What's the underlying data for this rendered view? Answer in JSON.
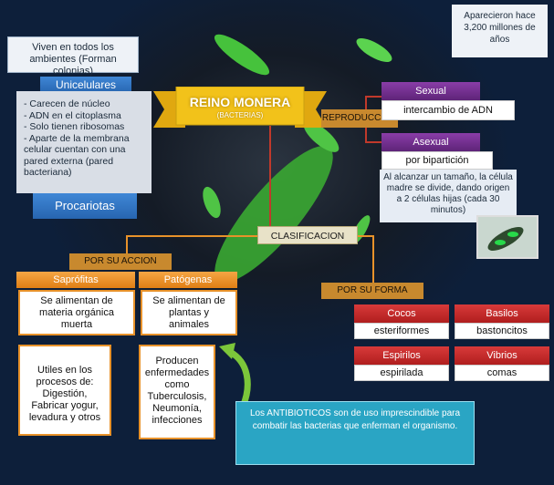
{
  "top_right_note": "Aparecieron hace 3,200 millones de años",
  "habitat_note": "Viven en todos los ambientes (Forman colonias)",
  "unicelulares": "Unicelulares",
  "unicelulares_list": [
    "- Carecen de núcleo",
    "- ADN en el citoplasma",
    "- Solo tienen ribosomas",
    "- Aparte de la membrana celular cuentan con una pared externa (pared bacteriana)"
  ],
  "procariotas": "Procariotas",
  "title": "REINO MONERA",
  "subtitle": "(BACTERIAS)",
  "reproduccion": "REPRODUCCION",
  "sexual": "Sexual",
  "sexual_desc": "intercambio de ADN",
  "asexual": "Asexual",
  "asexual_desc": "por bipartición",
  "asexual_note": "Al alcanzar un tamaño, la célula madre se divide, dando origen a 2 células hijas (cada 30 minutos)",
  "clasificacion": "CLASIFICACION",
  "por_su_accion": "POR SU ACCION",
  "por_su_forma": "POR SU FORMA",
  "saprofitas": "Saprófitas",
  "saprofitas_desc": "Se alimentan de materia orgánica muerta",
  "saprofitas_uses": "Utiles en los procesos de: Digestión, Fabricar yogur, levadura y otros",
  "patogenas": "Patógenas",
  "patogenas_desc": "Se alimentan de plantas y animales",
  "patogenas_diseases": "Producen enfermedades como Tuberculosis, Neumonía, infecciones",
  "antibioticos_note": "Los ANTIBIOTICOS son de uso imprescindible para combatir las bacterias que enferman el organismo.",
  "formas": [
    {
      "name": "Cocos",
      "desc": "esteriformes"
    },
    {
      "name": "Basilos",
      "desc": "bastoncitos"
    },
    {
      "name": "Espirilos",
      "desc": "espirilada"
    },
    {
      "name": "Vibrios",
      "desc": "comas"
    }
  ],
  "colors": {
    "purple": "#8a3da8",
    "blue": "#2f78c8",
    "orange": "#e8922a",
    "red": "#c62b2b",
    "banner": "#f2c21a"
  }
}
